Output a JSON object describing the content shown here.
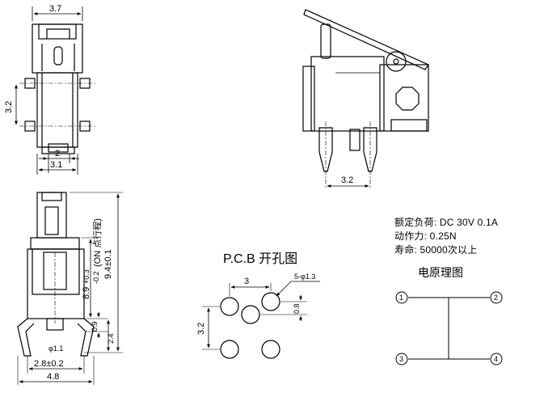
{
  "top_view": {
    "width_dim": "3.7",
    "height_dim": "3.2",
    "pin_pitch_dim": "2",
    "base_width_dim": "3.1"
  },
  "side_view": {
    "pitch_dim": "3.2"
  },
  "front_view": {
    "total_height_dim": "9.4±0.1",
    "on_height_dim": "8.9",
    "on_tolerance_upper": "+0.3",
    "on_tolerance_lower": "-0.2",
    "on_note": "(ON 点行程)",
    "offset_dim": "0.9",
    "pin_length_dim": "2.4",
    "hole_dim": "φ1.1",
    "pin_span_dim": "2.8±0.2",
    "overall_width_dim": "4.8"
  },
  "specs": {
    "rating": "额定负荷: DC 30V 0.1A",
    "force": "动作力: 0.25N",
    "life": "寿命: 50000次以上"
  },
  "pcb": {
    "title": "P.C.B 开孔图",
    "hole_count_dim": "5-φ1.3",
    "pitch_x_dim": "3",
    "pitch_y_dim": "3.2",
    "offset_dim": "0.8"
  },
  "schematic": {
    "title": "电原理图",
    "terminals": [
      "1",
      "2",
      "3",
      "4"
    ]
  }
}
